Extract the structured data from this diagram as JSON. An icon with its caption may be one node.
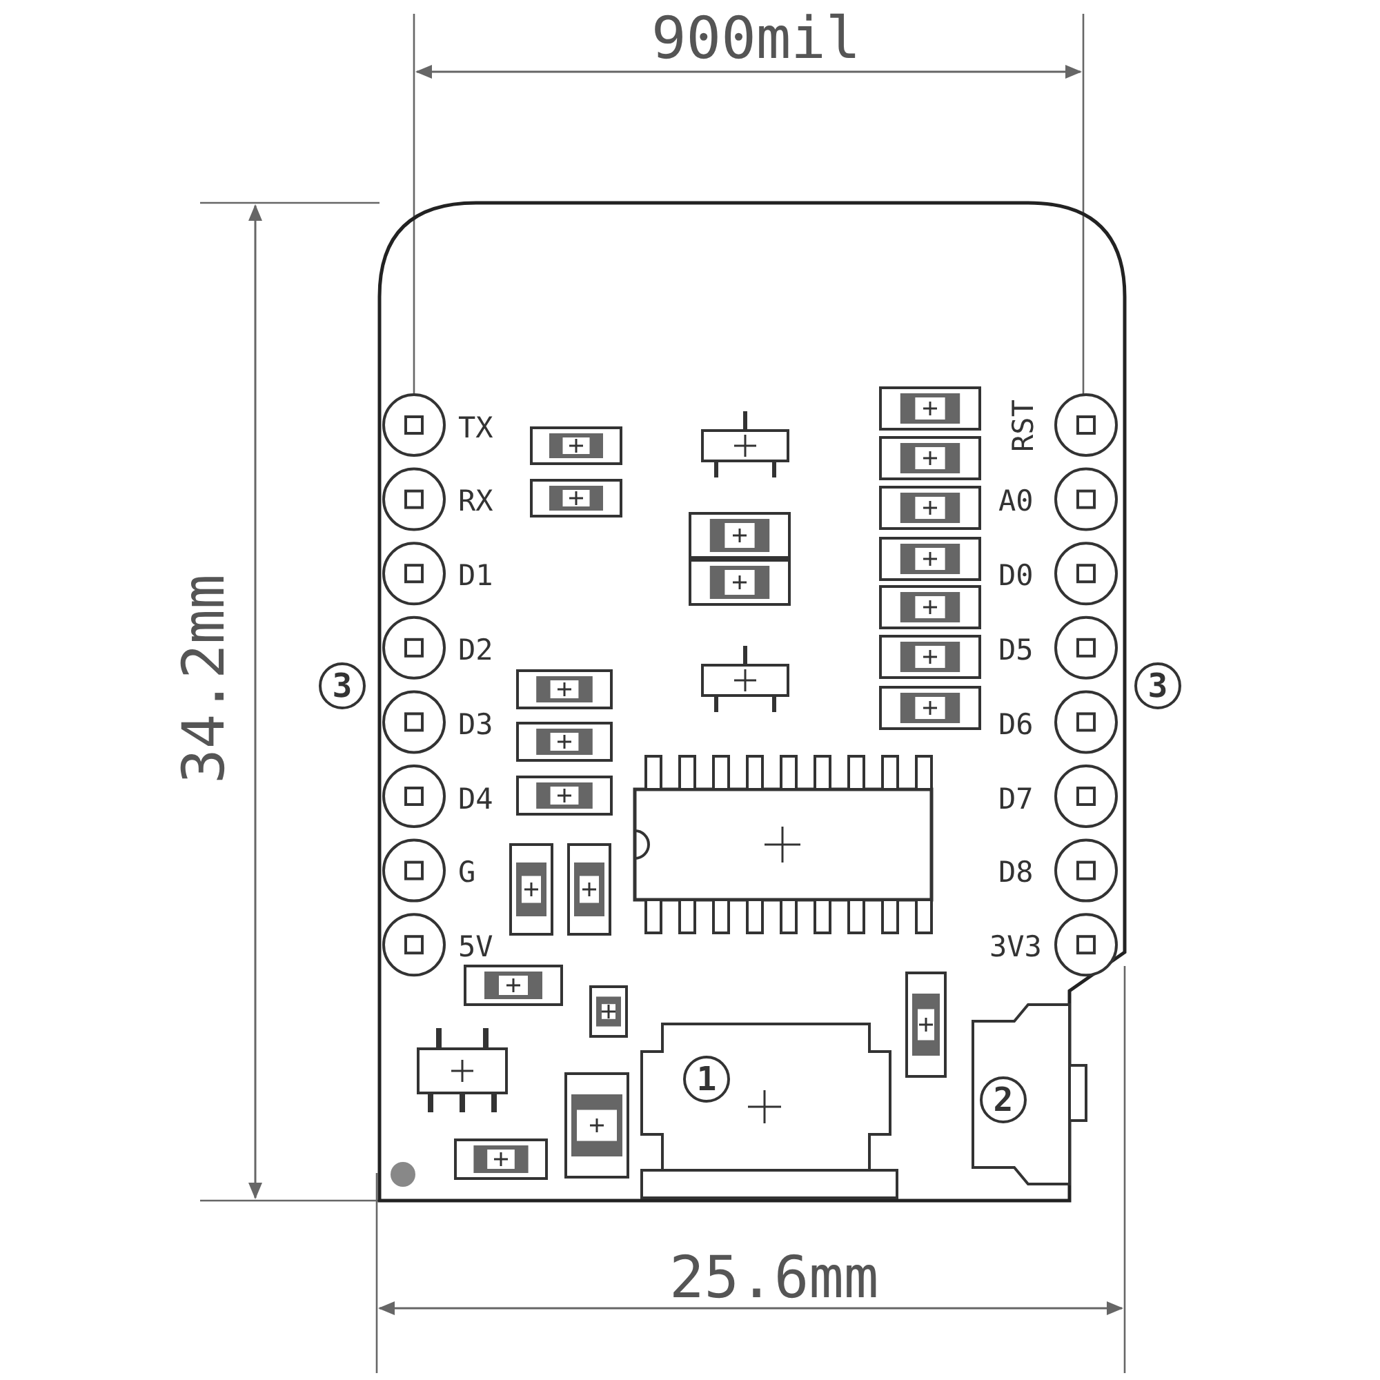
{
  "diagram": {
    "labels": [
      "900mil",
      "34.2mm",
      "TX",
      "RX",
      "D1",
      "D2",
      "D3",
      "D4",
      "G",
      "5V",
      "RST",
      "A0",
      "D0",
      "D5",
      "D6",
      "D7",
      "D8",
      "3V3",
      "3",
      "3",
      "1",
      "2",
      "25.6mm"
    ]
  }
}
